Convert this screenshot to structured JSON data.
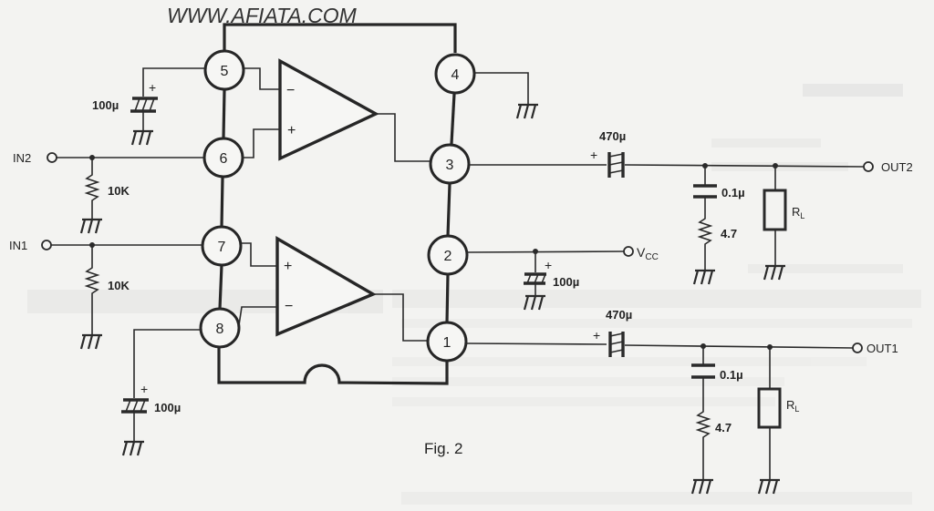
{
  "watermark": "WWW.AFIATA.COM",
  "caption": "Fig. 2",
  "ic_pins": [
    {
      "id": "pin-1",
      "label": "1"
    },
    {
      "id": "pin-2",
      "label": "2"
    },
    {
      "id": "pin-3",
      "label": "3"
    },
    {
      "id": "pin-4",
      "label": "4"
    },
    {
      "id": "pin-5",
      "label": "5"
    },
    {
      "id": "pin-6",
      "label": "6"
    },
    {
      "id": "pin-7",
      "label": "7"
    },
    {
      "id": "pin-8",
      "label": "8"
    }
  ],
  "opamps": [
    {
      "name": "amplifier-channel-2",
      "inverting": "−",
      "non_inverting": "+",
      "inverting_pin": "5",
      "non_inverting_pin": "6",
      "output_pin": "3"
    },
    {
      "name": "amplifier-channel-1",
      "inverting": "−",
      "non_inverting": "+",
      "inverting_pin": "8",
      "non_inverting_pin": "7",
      "output_pin": "1"
    }
  ],
  "terminals": {
    "in2": "IN2",
    "in1": "IN1",
    "out2": "OUT2",
    "out1": "OUT1",
    "vcc_main": "V",
    "vcc_sub": "CC"
  },
  "components": {
    "c_pin5": {
      "value": "100µ",
      "polarity": "+"
    },
    "c_pin8": {
      "value": "100µ",
      "polarity": "+"
    },
    "c_vcc": {
      "value": "100µ",
      "polarity": "+"
    },
    "r_in2": {
      "value": "10K"
    },
    "r_in1": {
      "value": "10K"
    },
    "c_out2": {
      "value": "470µ",
      "polarity": "+"
    },
    "c_out1": {
      "value": "470µ",
      "polarity": "+"
    },
    "c_zobel2": {
      "value": "0.1µ"
    },
    "c_zobel1": {
      "value": "0.1µ"
    },
    "r_zobel2": {
      "value": "4.7"
    },
    "r_zobel1": {
      "value": "4.7"
    },
    "rl2": {
      "main": "R",
      "sub": "L"
    },
    "rl1": {
      "main": "R",
      "sub": "L"
    }
  },
  "ground_symbol": "ground-icon"
}
